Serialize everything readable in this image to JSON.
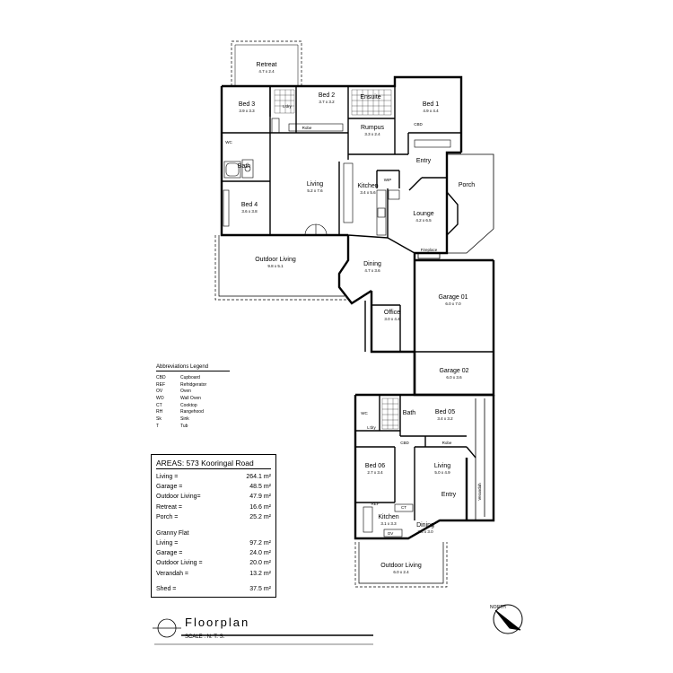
{
  "rooms": [
    {
      "id": "retreat",
      "name": "Retreat",
      "dims": "4.7 x 2.4"
    },
    {
      "id": "bed3",
      "name": "Bed 3",
      "dims": "3.9 x 3.3"
    },
    {
      "id": "bed2",
      "name": "Bed 2",
      "dims": "3.7 x 3.2"
    },
    {
      "id": "ensuite",
      "name": "Ensuite",
      "dims": ""
    },
    {
      "id": "bed1",
      "name": "Bed 1",
      "dims": "4.9 x 4.4"
    },
    {
      "id": "rumpus",
      "name": "Rumpus",
      "dims": "3.3 x 2.4"
    },
    {
      "id": "living",
      "name": "Living",
      "dims": "5.2 x 7.6"
    },
    {
      "id": "bath",
      "name": "Bath",
      "dims": ""
    },
    {
      "id": "bed4",
      "name": "Bed 4",
      "dims": "3.6 x 3.8"
    },
    {
      "id": "kitchen",
      "name": "Kitchen",
      "dims": "3.4 x 5.6"
    },
    {
      "id": "entry",
      "name": "Entry",
      "dims": ""
    },
    {
      "id": "porch",
      "name": "Porch",
      "dims": ""
    },
    {
      "id": "lounge",
      "name": "Lounge",
      "dims": "4.2 x 6.5"
    },
    {
      "id": "outdoor",
      "name": "Outdoor Living",
      "dims": "9.8 x 5.1"
    },
    {
      "id": "dining",
      "name": "Dining",
      "dims": "4.7 x 3.6"
    },
    {
      "id": "garage01",
      "name": "Garage 01",
      "dims": "6.0 x 7.0"
    },
    {
      "id": "office",
      "name": "Office",
      "dims": "3.0 x 4.4"
    },
    {
      "id": "garage02",
      "name": "Garage 02",
      "dims": "6.0 x 3.6"
    },
    {
      "id": "gbath",
      "name": "Bath",
      "dims": ""
    },
    {
      "id": "bed05",
      "name": "Bed 05",
      "dims": "3.4 x 3.2"
    },
    {
      "id": "bed06",
      "name": "Bed 06",
      "dims": "2.7 x 3.4"
    },
    {
      "id": "gliving",
      "name": "Living",
      "dims": "5.0 x 4.9"
    },
    {
      "id": "gentry",
      "name": "Entry",
      "dims": ""
    },
    {
      "id": "gkitchen",
      "name": "Kitchen",
      "dims": "3.1 x 3.3"
    },
    {
      "id": "gdining",
      "name": "Dining",
      "dims": "2.6 x 3.0"
    },
    {
      "id": "goutdoor",
      "name": "Outdoor Living",
      "dims": "6.0 x 2.4"
    }
  ],
  "fixtures": {
    "ldry": "L'dry",
    "wc": "WC",
    "robe": "Robe",
    "cbd": "CBD",
    "wip": "WIP",
    "fireplace": "Fireplace",
    "gwc": "WC",
    "gldry": "L'dry",
    "grobe": "Robe",
    "gcbd": "CBD",
    "verandah": "Verandah",
    "ref": "REF",
    "ov": "OV",
    "ct": "CT"
  },
  "legend": {
    "title": "Abbreviations Legend",
    "items": [
      {
        "abbr": "CBD",
        "text": "Cupboard"
      },
      {
        "abbr": "REF",
        "text": "Refridgerator"
      },
      {
        "abbr": "OV",
        "text": "Oven"
      },
      {
        "abbr": "WO",
        "text": "Wall Oven"
      },
      {
        "abbr": "CT",
        "text": "Cooktop"
      },
      {
        "abbr": "RH",
        "text": "Rangehood"
      },
      {
        "abbr": "Sk",
        "text": "Sink"
      },
      {
        "abbr": "T",
        "text": "Tub"
      }
    ]
  },
  "areas": {
    "title": "AREAS:  573 Kooringal Road",
    "main": [
      {
        "label": "Living =",
        "value": "264.1 m²"
      },
      {
        "label": "Garage =",
        "value": "48.5 m²"
      },
      {
        "label": "Outdoor Living=",
        "value": "47.9 m²"
      },
      {
        "label": "Retreat =",
        "value": "16.6 m²"
      },
      {
        "label": "Porch =",
        "value": "25.2 m²"
      }
    ],
    "granny_title": "Granny Flat",
    "granny": [
      {
        "label": "Living =",
        "value": "97.2 m²"
      },
      {
        "label": "Garage =",
        "value": "24.0 m²"
      },
      {
        "label": "Outdoor Living =",
        "value": "20.0 m²"
      },
      {
        "label": "Verandah =",
        "value": "13.2 m²"
      }
    ],
    "shed": {
      "label": "Shed =",
      "value": "37.5 m²"
    }
  },
  "title_block": {
    "title": "Floorplan",
    "scale": "SCALE : N. T. S."
  },
  "north": "NORTH"
}
